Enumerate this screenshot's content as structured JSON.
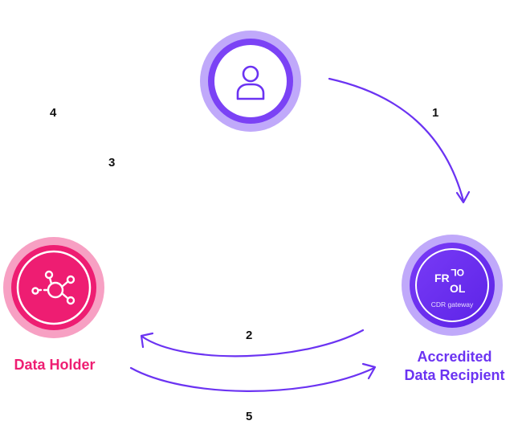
{
  "steps": [
    "1",
    "2",
    "3",
    "4",
    "5"
  ],
  "nodes": {
    "user": {
      "icon": "user-icon"
    },
    "data_holder": {
      "label": "Data Holder",
      "icon": "network-hub-icon"
    },
    "recipient": {
      "label_line1": "Accredited",
      "label_line2": "Data Recipient",
      "logo_text": "FR OL OL",
      "subtitle": "CDR gateway"
    }
  },
  "colors": {
    "purple": "#6b33f2",
    "purple_light": "#b49af7",
    "pink": "#ee1d72",
    "pink_light": "#f799bd",
    "step_text": "#111111"
  }
}
